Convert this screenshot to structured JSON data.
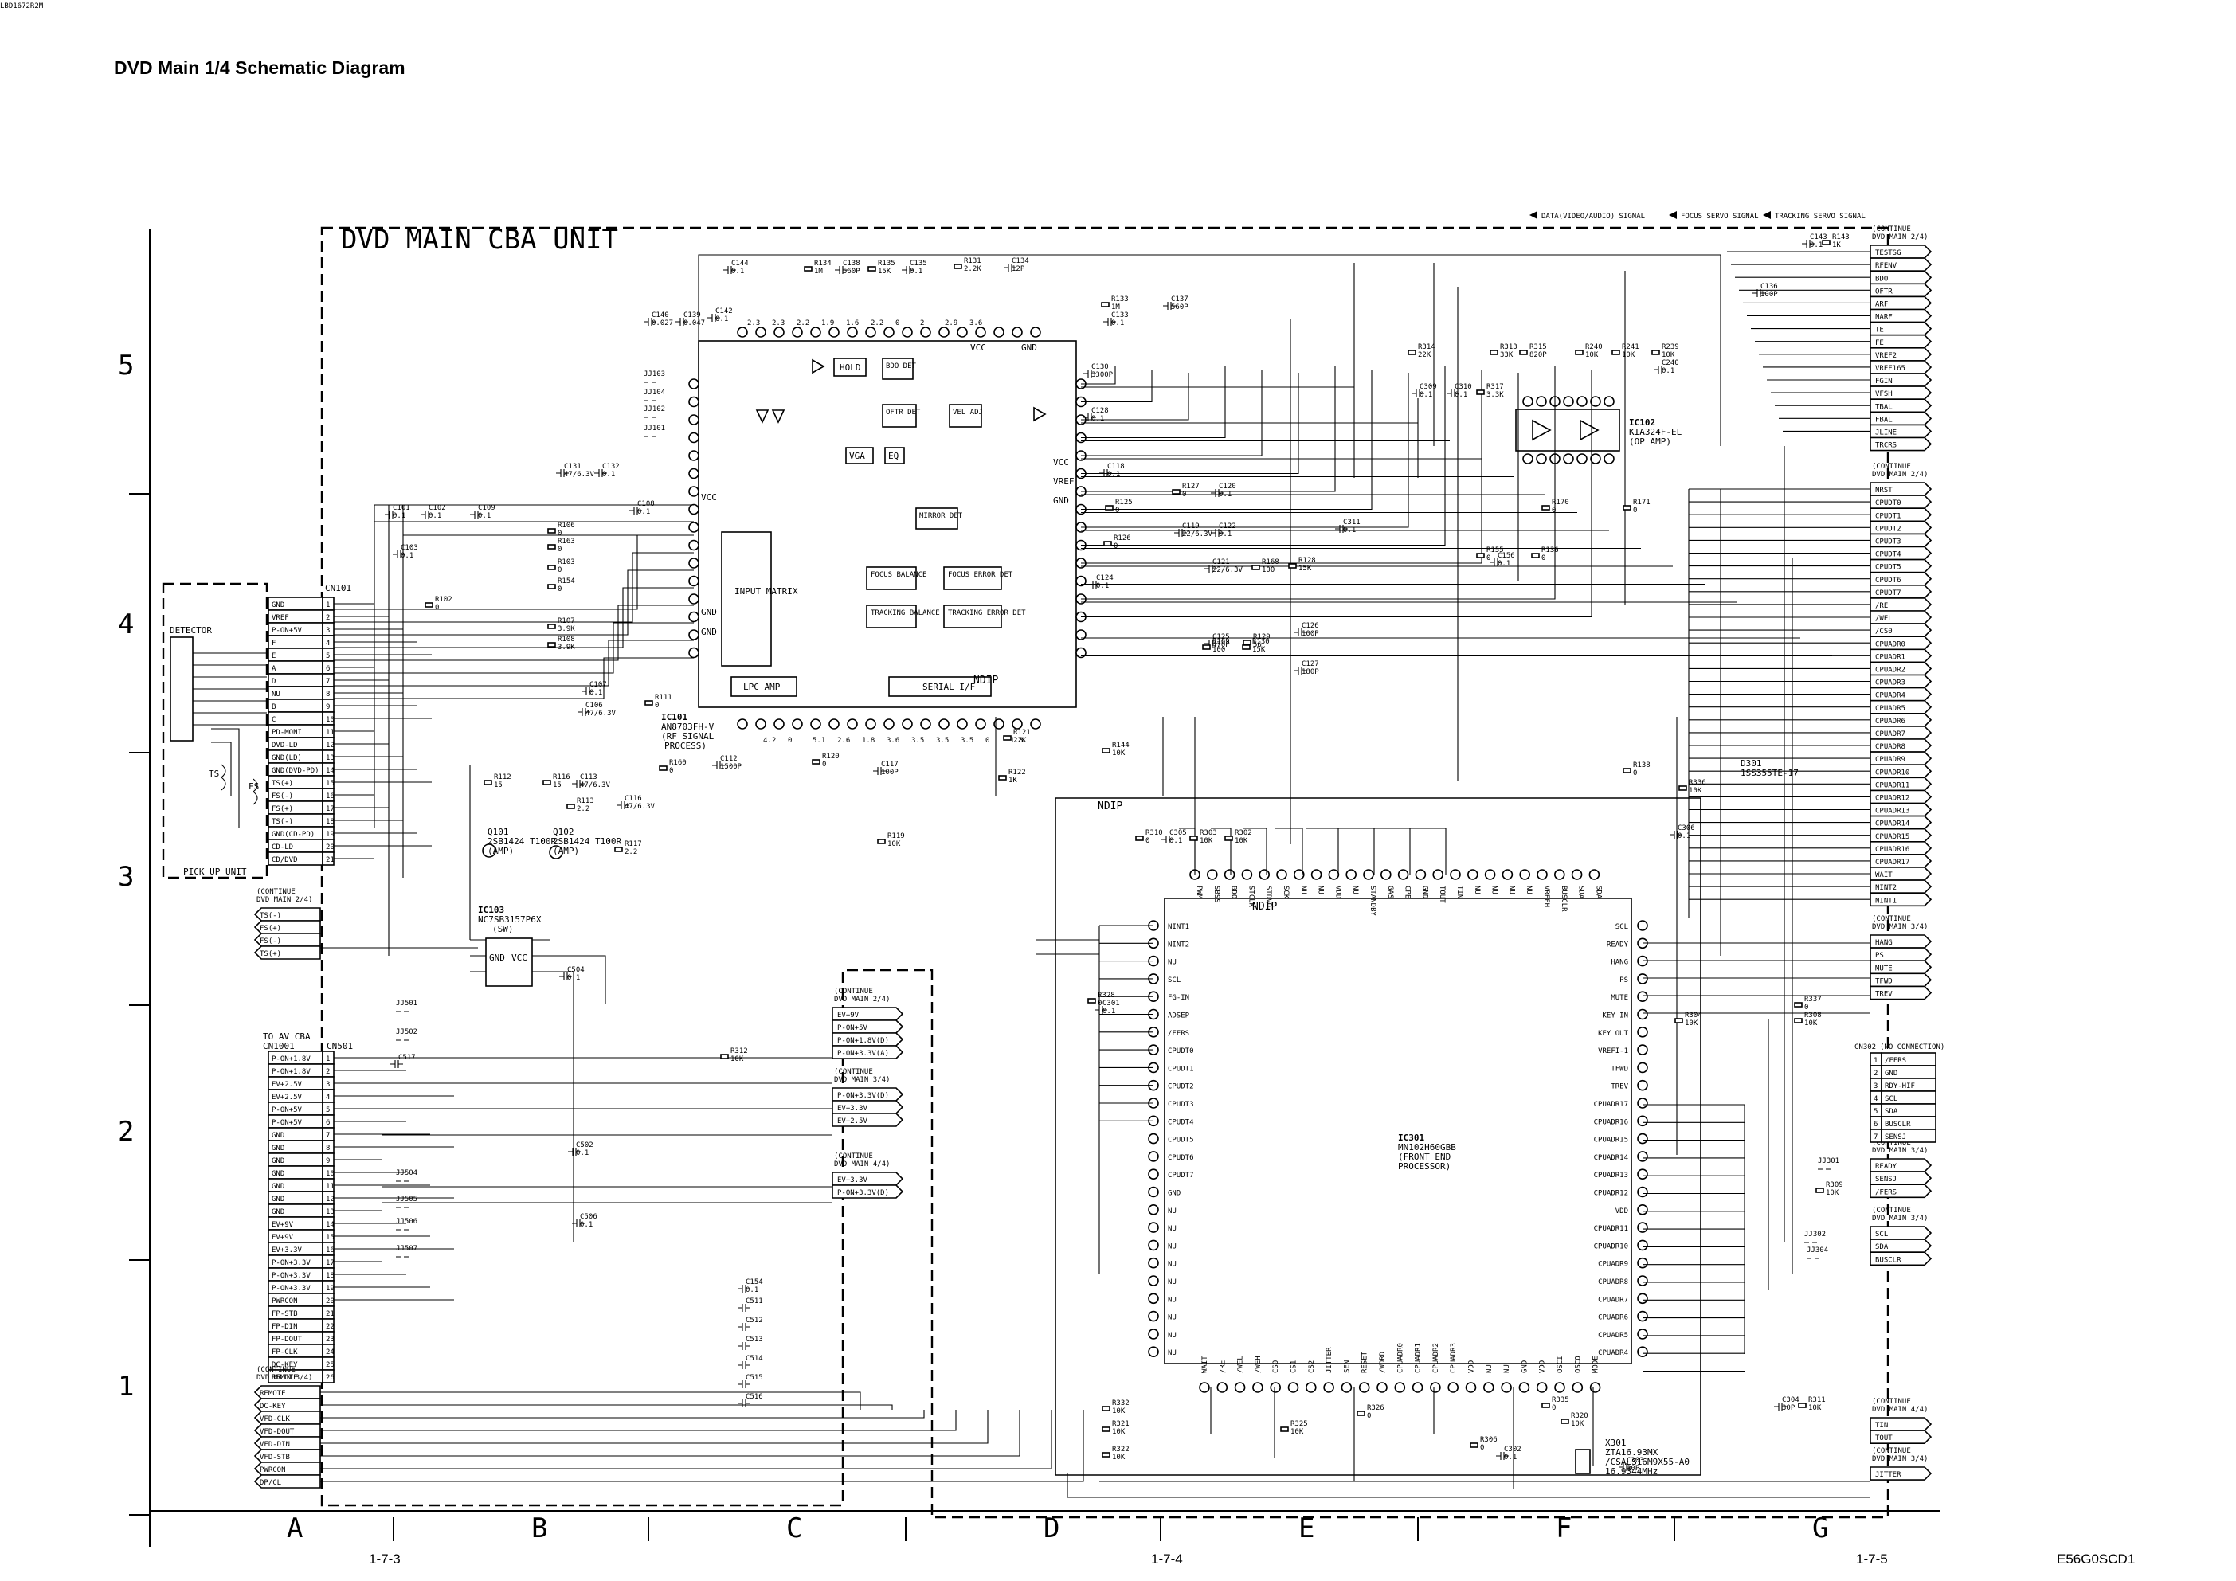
{
  "title": "DVD Main 1/4 Schematic Diagram",
  "unit_label": "DVD MAIN CBA UNIT",
  "doc_code": "E56G0SCD1",
  "page_refs": [
    "1-7-3",
    "1-7-4",
    "1-7-5"
  ],
  "grid": {
    "columns": [
      "A",
      "B",
      "C",
      "D",
      "E",
      "F",
      "G"
    ],
    "rows": [
      "5",
      "4",
      "3",
      "2",
      "1"
    ]
  },
  "legend": [
    "DATA(VIDEO/AUDIO) SIGNAL",
    "FOCUS SERVO SIGNAL",
    "TRACKING SERVO SIGNAL"
  ],
  "pickup": {
    "label": "PICK UP UNIT",
    "detector": "DETECTOR",
    "ts": "TS",
    "fs": "FS"
  },
  "cn101": {
    "ref": "CN101",
    "pins": [
      "GND",
      "VREF",
      "P-ON+5V",
      "F",
      "E",
      "A",
      "D",
      "NU",
      "B",
      "C",
      "PD-MONI",
      "DVD-LD",
      "GND(LD)",
      "GND(DVD-PD)",
      "TS(+)",
      "FS(-)",
      "FS(+)",
      "TS(-)",
      "GND(CD-PD)",
      "CD-LD",
      "CD/DVD"
    ]
  },
  "cn501": {
    "ref": "CN501",
    "to_label": [
      "TO AV CBA",
      "CN1001"
    ],
    "pins": [
      "P-ON+1.8V",
      "P-ON+1.8V",
      "EV+2.5V",
      "EV+2.5V",
      "P-ON+5V",
      "P-ON+5V",
      "GND",
      "GND",
      "GND",
      "GND",
      "GND",
      "GND",
      "GND",
      "EV+9V",
      "EV+9V",
      "EV+3.3V",
      "P-ON+3.3V",
      "P-ON+3.3V",
      "P-ON+3.3V",
      "PWRCON",
      "FP-STB",
      "FP-DIN",
      "FP-DOUT",
      "FP-CLK",
      "DC-KEY",
      "REMOTE"
    ]
  },
  "ic101": {
    "ref": "IC101",
    "part": [
      "AN8703FH-V",
      "(RF SIGNAL",
      "PROCESS)"
    ],
    "blocks": [
      "INPUT MATRIX",
      "LPC AMP",
      "SERIAL I/F",
      "HOLD",
      "BDO DET",
      "OFTR DET",
      "VEL ADJ",
      "VGA",
      "EQ",
      "MIRROR DET",
      "FOCUS BALANCE",
      "FOCUS ERROR DET",
      "TRACKING BALANCE",
      "TRACKING ERROR DET"
    ],
    "left_labels": [
      "VCC",
      "GND",
      "GND"
    ],
    "right_labels": [
      "VCC",
      "VREF",
      "GND"
    ],
    "top_labels": [
      "VCC",
      "GND"
    ]
  },
  "ic102": {
    "ref": "IC102",
    "part": [
      "KIA324F-EL",
      "(OP AMP)"
    ]
  },
  "ic103": {
    "ref": "IC103",
    "part": [
      "NC7SB3157P6X",
      "(SW)"
    ],
    "pins": [
      "GND",
      "VCC"
    ]
  },
  "ic301": {
    "ref": "IC301",
    "part": [
      "MN102H60GBB",
      "(FRONT END",
      "PROCESSOR)"
    ],
    "left_pins": [
      "NINT1",
      "NINT2",
      "NU",
      "SCL",
      "FG-IN",
      "ADSEP",
      "/FERS",
      "CPUDT0",
      "CPUDT1",
      "CPUDT2",
      "CPUDT3",
      "CPUDT4",
      "CPUDT5",
      "CPUDT6",
      "CPUDT7",
      "GND",
      "NU",
      "NU",
      "NU",
      "NU",
      "NU",
      "NU",
      "NU",
      "NU",
      "NU"
    ],
    "right_pins": [
      "SCL",
      "READY",
      "HANG",
      "PS",
      "MUTE",
      "KEY IN",
      "KEY OUT",
      "VREFI-1",
      "TFWD",
      "TREV",
      "CPUADR17",
      "CPUADR16",
      "CPUADR15",
      "CPUADR14",
      "CPUADR13",
      "CPUADR12",
      "VDD",
      "CPUADR11",
      "CPUADR10",
      "CPUADR9",
      "CPUADR8",
      "CPUADR7",
      "CPUADR6",
      "CPUADR5",
      "CPUADR4"
    ],
    "top_pins": [
      "PWM",
      "SBSS",
      "BDO",
      "STCLK",
      "STDVD",
      "SCK",
      "NU",
      "NU",
      "VDD",
      "NU",
      "STANDBY",
      "GAS",
      "CPE",
      "GND",
      "TOUT",
      "TIN",
      "NU",
      "NU",
      "NU",
      "NU",
      "VREFH",
      "BUSCLR",
      "SDA",
      "SDA"
    ],
    "bottom_pins": [
      "WAIT",
      "/RE",
      "/WEL",
      "/WEH",
      "CS0",
      "CS1",
      "CS2",
      "JITTER",
      "SEN",
      "RESET",
      "/WORD",
      "CPUADR0",
      "CPUADR1",
      "CPUADR2",
      "CPUADR3",
      "VDD",
      "NU",
      "NU",
      "GND",
      "VDD",
      "OSCI",
      "OSCO",
      "MODE"
    ]
  },
  "right_bus_a": {
    "continue": [
      "(CONTINUE",
      "DVD MAIN 2/4)"
    ],
    "signals": [
      "TESTSG",
      "RFENV",
      "BDO",
      "OFTR",
      "ARF",
      "NARF",
      "TE",
      "FE",
      "VREF2",
      "VREF165",
      "FGIN",
      "VFSH",
      "TBAL",
      "FBAL",
      "JLINE",
      "TRCRS"
    ]
  },
  "right_bus_b": {
    "continue": [
      "(CONTINUE",
      "DVD MAIN 2/4)"
    ],
    "signals": [
      "NRST",
      "CPUDT0",
      "CPUDT1",
      "CPUDT2",
      "CPUDT3",
      "CPUDT4",
      "CPUDT5",
      "CPUDT6",
      "CPUDT7",
      "/RE",
      "/WEL",
      "/CS0",
      "CPUADR0",
      "CPUADR1",
      "CPUADR2",
      "CPUADR3",
      "CPUADR4",
      "CPUADR5",
      "CPUADR6",
      "CPUADR7",
      "CPUADR8",
      "CPUADR9",
      "CPUADR10",
      "CPUADR11",
      "CPUADR12",
      "CPUADR13",
      "CPUADR14",
      "CPUADR15",
      "CPUADR16",
      "CPUADR17",
      "WAIT",
      "NINT2",
      "NINT1"
    ]
  },
  "right_bus_c": {
    "continue": [
      "(CONTINUE",
      "DVD MAIN 3/4)"
    ],
    "signals": [
      "HANG",
      "PS",
      "MUTE",
      "TFWD",
      "TREV"
    ]
  },
  "cn302": {
    "ref": "CN302",
    "note": "(NO CONNECTION)",
    "pins": [
      "/FERS",
      "GND",
      "RDY-HIF",
      "SCL",
      "SDA",
      "BUSCLR",
      "SENSJ"
    ]
  },
  "right_bus_d": {
    "continue": [
      "(CONTINUE",
      "DVD MAIN 3/4)"
    ],
    "signals": [
      "READY",
      "SENSJ",
      "/FERS"
    ]
  },
  "right_bus_e": {
    "continue": [
      "(CONTINUE",
      "DVD MAIN 3/4)"
    ],
    "signals": [
      "SCL",
      "SDA",
      "BUSCLR"
    ]
  },
  "right_bus_f": {
    "continue": [
      "(CONTINUE",
      "DVD MAIN 4/4)"
    ],
    "signals": [
      "TIN",
      "TOUT"
    ]
  },
  "right_bus_g": {
    "continue": [
      "(CONTINUE",
      "DVD MAIN 3/4)"
    ],
    "signals": [
      "JITTER"
    ]
  },
  "left_bus_ts": {
    "continue": [
      "(CONTINUE",
      "DVD MAIN 2/4)"
    ],
    "signals": [
      "TS(-)",
      "FS(+)",
      "FS(-)",
      "TS(+)"
    ]
  },
  "left_bus_ctrl": {
    "continue": [
      "(CONTINUE",
      "DVD MAIN 3/4)"
    ],
    "signals": [
      "REMOTE",
      "DC-KEY",
      "VFD-CLK",
      "VFD-DOUT",
      "VFD-DIN",
      "VFD-STB",
      "PWRCON",
      "DP/CL"
    ]
  },
  "power_bus_a": {
    "continue": [
      "(CONTINUE",
      "DVD MAIN 2/4)"
    ],
    "signals": [
      "EV+9V",
      "P-ON+5V",
      "P-ON+1.8V(D)",
      "P-ON+3.3V(A)"
    ]
  },
  "power_bus_b": {
    "continue": [
      "(CONTINUE",
      "DVD MAIN 3/4)"
    ],
    "signals": [
      "P-ON+3.3V(D)",
      "EV+3.3V",
      "EV+2.5V"
    ]
  },
  "power_bus_c": {
    "continue": [
      "(CONTINUE",
      "DVD MAIN 4/4)"
    ],
    "signals": [
      "EV+3.3V",
      "P-ON+3.3V(D)"
    ]
  },
  "transistors": [
    {
      "ref": "Q101",
      "part": "2SB1424 T100R",
      "role": "(AMP)"
    },
    {
      "ref": "Q102",
      "part": "2SB1424 T100R",
      "role": "(AMP)"
    }
  ],
  "crystal": {
    "ref": "X301",
    "part": [
      "ZTA16.93MX",
      "/CSALS16M9X55-A0",
      "16.9344MHz"
    ]
  },
  "diode": {
    "ref": "D301",
    "part": "1SS355TE-17"
  },
  "nets": {
    "ic101_top": [
      "2.3",
      "2.3",
      "2.2",
      "1.9",
      "1.6",
      "2.2",
      "0",
      "2",
      "2.9",
      "3.6"
    ],
    "ic101_bottom": [
      "4.2",
      "0",
      "5.1",
      "2.6",
      "1.8",
      "3.6",
      "3.5",
      "3.5",
      "3.5",
      "0",
      "1.8"
    ]
  },
  "ndip": "NDIP",
  "components": [
    {
      "ref": "C144",
      "val": "0.1"
    },
    {
      "ref": "R134",
      "val": "1M"
    },
    {
      "ref": "C138",
      "val": "560P"
    },
    {
      "ref": "R135",
      "val": "15K"
    },
    {
      "ref": "C135",
      "val": "0.1"
    },
    {
      "ref": "R131",
      "val": "2.2K"
    },
    {
      "ref": "C134",
      "val": "12P"
    },
    {
      "ref": "C140",
      "val": "0.027"
    },
    {
      "ref": "C139",
      "val": "0.047"
    },
    {
      "ref": "C142",
      "val": "0.1"
    },
    {
      "ref": "R133",
      "val": "1M"
    },
    {
      "ref": "C137",
      "val": "560P"
    },
    {
      "ref": "C133",
      "val": "0.1"
    },
    {
      "ref": "C130",
      "val": "3300P"
    },
    {
      "ref": "C128",
      "val": "0.1"
    },
    {
      "ref": "C118",
      "val": "0.1"
    },
    {
      "ref": "C131",
      "val": "47/6.3V"
    },
    {
      "ref": "C132",
      "val": "0.1"
    },
    {
      "ref": "C101",
      "val": "0.1"
    },
    {
      "ref": "C102",
      "val": "0.1"
    },
    {
      "ref": "C109",
      "val": "0.1"
    },
    {
      "ref": "C108",
      "val": "0.1"
    },
    {
      "ref": "C103",
      "val": "0.1"
    },
    {
      "ref": "R102",
      "val": "0"
    },
    {
      "ref": "R106",
      "val": "0"
    },
    {
      "ref": "R163",
      "val": "0"
    },
    {
      "ref": "R103",
      "val": "0"
    },
    {
      "ref": "R154",
      "val": "0"
    },
    {
      "ref": "R107",
      "val": "3.9K"
    },
    {
      "ref": "R108",
      "val": "3.9K"
    },
    {
      "ref": "C107",
      "val": "0.1"
    },
    {
      "ref": "C106",
      "val": "47/6.3V"
    },
    {
      "ref": "R111",
      "val": "0"
    },
    {
      "ref": "R112",
      "val": "15"
    },
    {
      "ref": "R116",
      "val": "15"
    },
    {
      "ref": "C113",
      "val": "47/6.3V"
    },
    {
      "ref": "R113",
      "val": "2.2"
    },
    {
      "ref": "C116",
      "val": "47/6.3V"
    },
    {
      "ref": "R117",
      "val": "2.2"
    },
    {
      "ref": "R160",
      "val": "0"
    },
    {
      "ref": "C112",
      "val": "1500P"
    },
    {
      "ref": "R120",
      "val": "0"
    },
    {
      "ref": "C117",
      "val": "100P"
    },
    {
      "ref": "R119",
      "val": "10K"
    },
    {
      "ref": "R121",
      "val": "22K"
    },
    {
      "ref": "R122",
      "val": "1K"
    },
    {
      "ref": "R144",
      "val": "10K"
    },
    {
      "ref": "R125",
      "val": "0"
    },
    {
      "ref": "R126",
      "val": "0"
    },
    {
      "ref": "C124",
      "val": "0.1"
    },
    {
      "ref": "R127",
      "val": "0"
    },
    {
      "ref": "C120",
      "val": "0.1"
    },
    {
      "ref": "C119",
      "val": "22/6.3V"
    },
    {
      "ref": "C122",
      "val": "0.1"
    },
    {
      "ref": "C121",
      "val": "22/6.3V"
    },
    {
      "ref": "R168",
      "val": "100"
    },
    {
      "ref": "R128",
      "val": "15K"
    },
    {
      "ref": "C125",
      "val": "470P"
    },
    {
      "ref": "R129",
      "val": "56"
    },
    {
      "ref": "C126",
      "val": "100P"
    },
    {
      "ref": "R169",
      "val": "100"
    },
    {
      "ref": "R130",
      "val": "15K"
    },
    {
      "ref": "C127",
      "val": "180P"
    },
    {
      "ref": "R314",
      "val": "22K"
    },
    {
      "ref": "R313",
      "val": "33K"
    },
    {
      "ref": "R315",
      "val": "820P"
    },
    {
      "ref": "C309",
      "val": "0.1"
    },
    {
      "ref": "C310",
      "val": "0.1"
    },
    {
      "ref": "R317",
      "val": "3.3K"
    },
    {
      "ref": "R240",
      "val": "10K"
    },
    {
      "ref": "R241",
      "val": "10K"
    },
    {
      "ref": "R239",
      "val": "10K"
    },
    {
      "ref": "C240",
      "val": "0.1"
    },
    {
      "ref": "C136",
      "val": "100P"
    },
    {
      "ref": "C143",
      "val": "0.1"
    },
    {
      "ref": "R143",
      "val": "1K"
    },
    {
      "ref": "C311",
      "val": "0.1"
    },
    {
      "ref": "R155",
      "val": "0"
    },
    {
      "ref": "C156",
      "val": "0.1"
    },
    {
      "ref": "R136",
      "val": "0"
    },
    {
      "ref": "R170",
      "val": "0"
    },
    {
      "ref": "R171",
      "val": "0"
    },
    {
      "ref": "R138",
      "val": "0"
    },
    {
      "ref": "R336",
      "val": "10K"
    },
    {
      "ref": "C306",
      "val": "0.1"
    },
    {
      "ref": "R310",
      "val": "0"
    },
    {
      "ref": "C305",
      "val": "0.1"
    },
    {
      "ref": "R303",
      "val": "10K"
    },
    {
      "ref": "R302",
      "val": "10K"
    },
    {
      "ref": "R328",
      "val": "0"
    },
    {
      "ref": "C301",
      "val": "0.1"
    },
    {
      "ref": "R304",
      "val": "10K"
    },
    {
      "ref": "R337",
      "val": "0"
    },
    {
      "ref": "R308",
      "val": "10K"
    },
    {
      "ref": "R309",
      "val": "10K"
    },
    {
      "ref": "R332",
      "val": "10K"
    },
    {
      "ref": "R321",
      "val": "10K"
    },
    {
      "ref": "R322",
      "val": "10K"
    },
    {
      "ref": "R325",
      "val": "10K"
    },
    {
      "ref": "R326",
      "val": "0"
    },
    {
      "ref": "R335",
      "val": "0"
    },
    {
      "ref": "R320",
      "val": "10K"
    },
    {
      "ref": "R306",
      "val": "0"
    },
    {
      "ref": "C302",
      "val": "0.1"
    },
    {
      "ref": "C303",
      "val": "30P"
    },
    {
      "ref": "C304",
      "val": "30P"
    },
    {
      "ref": "R311",
      "val": "10K"
    },
    {
      "ref": "R312",
      "val": "10K"
    },
    {
      "ref": "C502",
      "val": "0.1"
    },
    {
      "ref": "C506",
      "val": "0.1"
    },
    {
      "ref": "C504",
      "val": "0.1"
    },
    {
      "ref": "C154",
      "val": "0.1"
    },
    {
      "ref": "C511",
      "val": ""
    },
    {
      "ref": "C512",
      "val": ""
    },
    {
      "ref": "C513",
      "val": ""
    },
    {
      "ref": "C514",
      "val": ""
    },
    {
      "ref": "C515",
      "val": ""
    },
    {
      "ref": "C516",
      "val": ""
    },
    {
      "ref": "C517",
      "val": ""
    },
    {
      "ref": "L501",
      "val": "LBD1672R2M"
    }
  ],
  "jumpers": [
    "JJ103",
    "JJ104",
    "JJ102",
    "JJ101",
    "JJ501",
    "JJ502",
    "JJ504",
    "JJ505",
    "JJ506",
    "JJ507",
    "JJ301",
    "JJ302",
    "JJ304"
  ]
}
